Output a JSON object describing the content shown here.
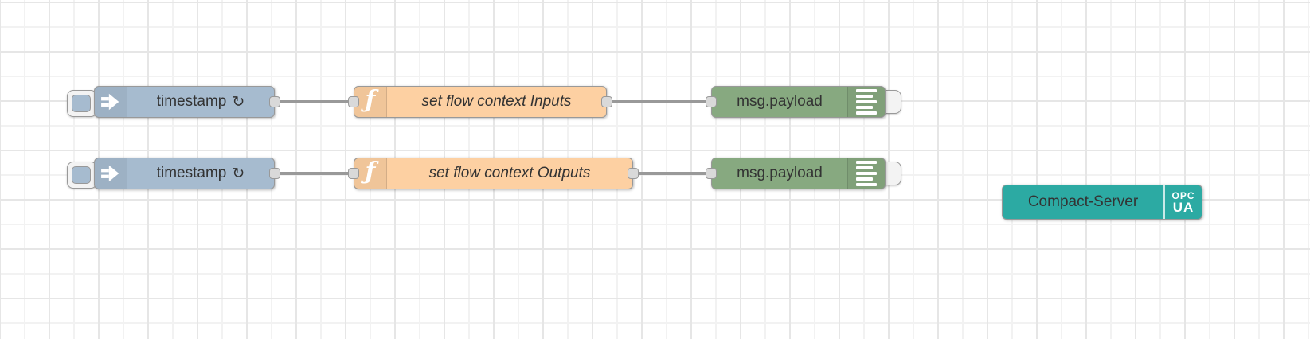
{
  "app": "flow-editor-canvas",
  "palette": {
    "inject_fill": "#a6bbcf",
    "function_fill": "#fdd0a2",
    "debug_fill": "#87a980",
    "opcua_fill": "#2caaa3",
    "node_border": "#999999",
    "wire": "#999999",
    "port_fill": "#d9d9d9",
    "label_color": "#333333",
    "grid_major": "#e6e6e6",
    "grid_minor": "#f2f2f2"
  },
  "nodes": {
    "inject1": {
      "label": "timestamp",
      "repeat_indicator": "↻",
      "icon": "inject-arrow-icon"
    },
    "function1": {
      "label": "set flow context Inputs",
      "icon": "function-f-icon"
    },
    "debug1": {
      "label": "msg.payload",
      "icon": "debug-list-icon"
    },
    "inject2": {
      "label": "timestamp",
      "repeat_indicator": "↻",
      "icon": "inject-arrow-icon"
    },
    "function2": {
      "label": "set flow context Outputs",
      "icon": "function-f-icon"
    },
    "debug2": {
      "label": "msg.payload",
      "icon": "debug-list-icon"
    },
    "server": {
      "label": "Compact-Server",
      "badge_line1": "OPC",
      "badge_line2": "UA"
    }
  }
}
